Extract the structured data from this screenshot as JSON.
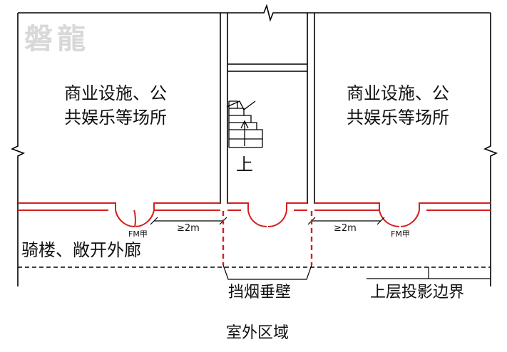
{
  "watermark": "磐龍",
  "labels": {
    "left_room_line1": "商业设施、公",
    "left_room_line2": "共娱乐等场所",
    "right_room_line1": "商业设施、公",
    "right_room_line2": "共娱乐等场所",
    "stair_up": "上",
    "arcade": "骑楼、敞开外廊",
    "gap_left": "≥2m",
    "gap_right": "≥2m",
    "door_left": "FM甲",
    "door_right": "FM甲",
    "smoke_wall": "挡烟垂壁",
    "projection": "上层投影边界",
    "outdoor": "室外区域"
  },
  "colors": {
    "wall": "#000000",
    "fire_wall": "#d42020",
    "text": "#111111"
  }
}
